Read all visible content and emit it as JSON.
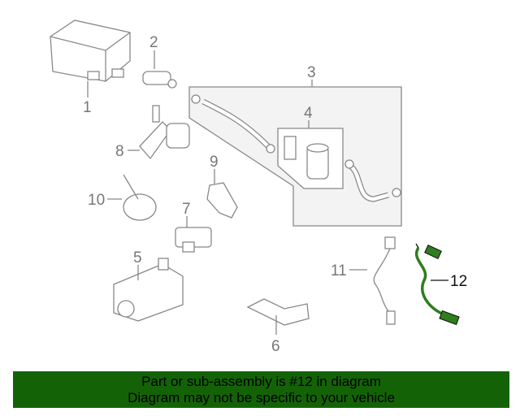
{
  "diagram": {
    "callouts": [
      "1",
      "2",
      "3",
      "4",
      "5",
      "6",
      "7",
      "8",
      "9",
      "10",
      "11",
      "12"
    ],
    "highlighted_part": "12",
    "highlight_color": "#2e7d1e"
  },
  "banner": {
    "line1": "Part or sub-assembly is #12 in diagram",
    "line2": "Diagram may not be specific to your vehicle",
    "background": "#136306"
  }
}
